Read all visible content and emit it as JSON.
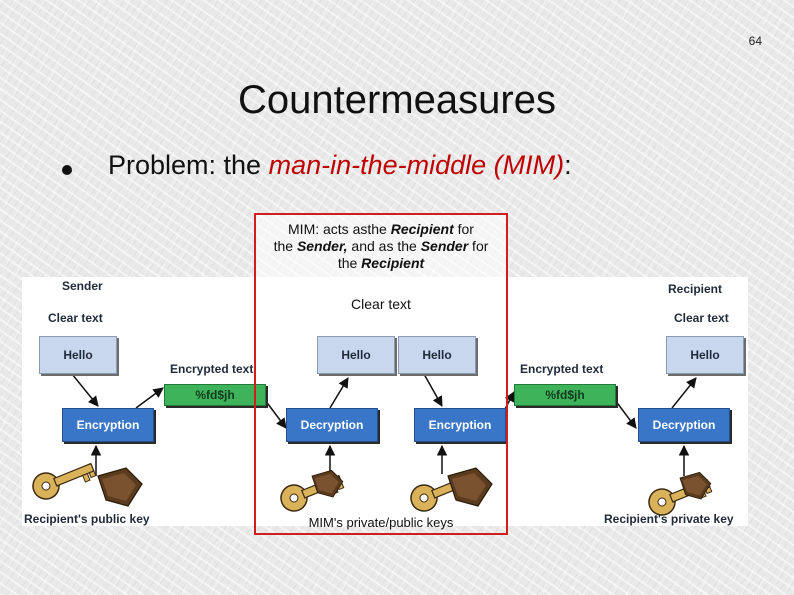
{
  "slide": {
    "number": "64",
    "title": "Countermeasures",
    "bullet": {
      "prefix": "Problem: the ",
      "emphasis": "man-in-the-middle (MIM)",
      "suffix": ":"
    }
  },
  "diagram": {
    "sender_label": "Sender",
    "recipient_label": "Recipient",
    "clear_text_left": "Clear text",
    "clear_text_right": "Clear text",
    "hello": [
      "Hello",
      "Hello",
      "Hello",
      "Hello"
    ],
    "encrypted_text_left": "Encrypted text",
    "encrypted_text_right": "Encrypted text",
    "cipher_left": "%fd$jh",
    "cipher_right": "%fd$jh",
    "encryption_left": "Encryption",
    "decryption_mid": "Decryption",
    "encryption_mid": "Encryption",
    "decryption_right": "Decryption",
    "recipient_public_key": "Recipient's public key",
    "recipient_private_key": "Recipient's private key",
    "mim": {
      "note_line1": "MIM: acts asthe ",
      "note_recipient": "Recipient",
      "note_line1_end": " for",
      "note_line2_a": "the ",
      "note_sender": "Sender,",
      "note_line2_b": " and as the ",
      "note_sender2": "Sender",
      "note_line2_end": " for",
      "note_line3_a": "the ",
      "note_recipient2": "Recipient",
      "clear_text": "Clear text",
      "keys": "MIM's private/public keys"
    },
    "colors": {
      "frame": "#d21d1d",
      "encrypt_box": "#3a76c7",
      "cipher_box": "#3fb35a",
      "plain_box": "#c9d7ee",
      "emphasis": "#c00000"
    }
  }
}
